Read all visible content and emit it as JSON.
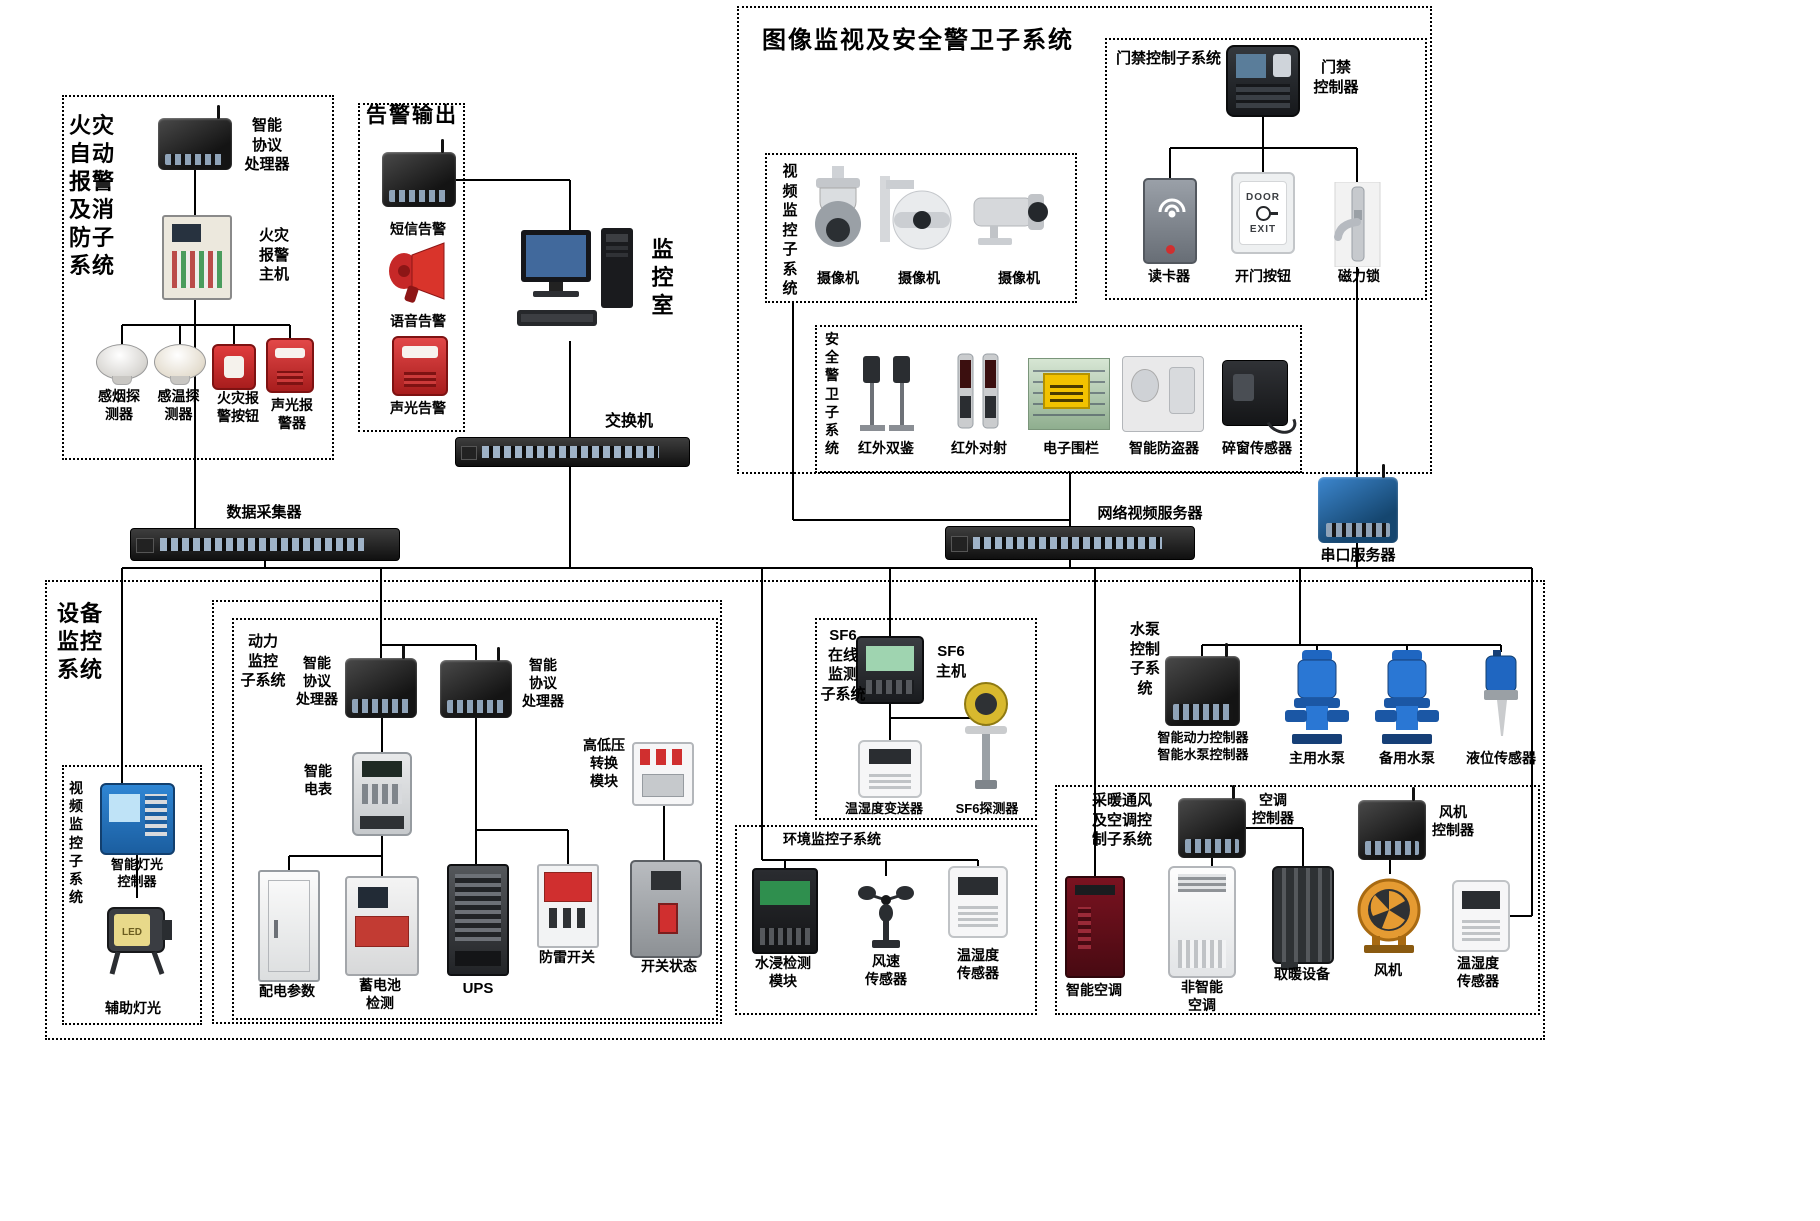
{
  "colors": {
    "line": "#000000",
    "box_border": "#000000",
    "device_dark": "#1a1a1a",
    "device_blue": "#1d6fc2",
    "alarm_red": "#c62828",
    "pump_blue": "#2a77d4",
    "fan_orange": "#e59b32",
    "fence_yellow": "#f2c200"
  },
  "fire_system": {
    "title": "火灾\n自动\n报警\n及消\n防子\n系统",
    "protocol_processor": "智能\n协议\n处理器",
    "alarm_host": "火灾\n报警\n主机",
    "devices": [
      {
        "label": "感烟探\n测器"
      },
      {
        "label": "感温探\n测器"
      },
      {
        "label": "火灾报\n警按钮"
      },
      {
        "label": "声光报\n警器"
      }
    ]
  },
  "alarm_output": {
    "title": "告警输出",
    "items": [
      {
        "label": "短信告警"
      },
      {
        "label": "语音告警"
      },
      {
        "label": "声光告警"
      }
    ]
  },
  "monitor_room": {
    "label": "监\n控\n室"
  },
  "lan_switch": {
    "label": "交换机"
  },
  "surveillance": {
    "title": "图像监视及安全警卫子系统",
    "access_control": {
      "title": "门禁控制子系统",
      "controller_label": "门禁\n控制器",
      "reader_label": "读卡器",
      "button_label": "开门按钮",
      "lock_label": "磁力锁",
      "door_text_top": "DOOR",
      "door_text_bottom": "EXIT"
    },
    "video": {
      "title": "视\n频\n监\n控\n子\n系\n统",
      "cameras": [
        {
          "label": "摄像机"
        },
        {
          "label": "摄像机"
        },
        {
          "label": "摄像机"
        }
      ]
    },
    "security": {
      "title": "安\n全\n警\n卫\n子\n系\n统",
      "devices": [
        {
          "label": "红外双鉴"
        },
        {
          "label": "红外对射"
        },
        {
          "label": "电子围栏"
        },
        {
          "label": "智能防盗器"
        },
        {
          "label": "碎窗传感器"
        }
      ]
    }
  },
  "backbone": {
    "data_collector": "数据采集器",
    "video_server": "网络视频服务器",
    "serial_server": "串口服务器"
  },
  "equipment": {
    "title": "设备\n监控\n系统",
    "video_sub": {
      "title": "视\n频\n监\n控\n子\n系\n统",
      "light_controller": "智能灯光\n控制器",
      "aux_light": "辅助灯光",
      "led_text": "LED"
    },
    "power_sub": {
      "title": "动力\n监控\n子系统",
      "protocol_left": "智能\n协议\n处理器",
      "protocol_right": "智能\n协议\n处理器",
      "meter": "智能\n电表",
      "hv_module": "高低压\n转换\n模块",
      "devices": [
        {
          "label": "配电参数"
        },
        {
          "label": "蓄电池\n检测"
        },
        {
          "label": "UPS"
        },
        {
          "label": "防雷开关"
        },
        {
          "label": "开关状态"
        }
      ]
    },
    "sf6_sub": {
      "title": "SF6\n在线\n监测\n子系统",
      "host": "SF6\n主机",
      "transmitter": "温湿度变送器",
      "detector": "SF6探测器"
    },
    "env_sub": {
      "title": "环境监控子系统",
      "devices": [
        {
          "label": "水浸检测\n模块"
        },
        {
          "label": "风速\n传感器"
        },
        {
          "label": "温湿度\n传感器"
        }
      ]
    },
    "pump_sub": {
      "title": "水泵\n控制\n子系\n统",
      "controller": "智能动力控制器\n智能水泵控制器",
      "devices": [
        {
          "label": "主用水泵"
        },
        {
          "label": "备用水泵"
        },
        {
          "label": "液位传感器"
        }
      ]
    },
    "hvac_sub": {
      "title": "采暖通风\n及空调控\n制子系统",
      "ac_controller": "空调\n控制器",
      "fan_controller": "风机\n控制器",
      "devices": [
        {
          "label": "智能空调"
        },
        {
          "label": "非智能\n空调"
        },
        {
          "label": "取暖设备"
        },
        {
          "label": "风机"
        },
        {
          "label": "温湿度\n传感器"
        }
      ]
    }
  }
}
